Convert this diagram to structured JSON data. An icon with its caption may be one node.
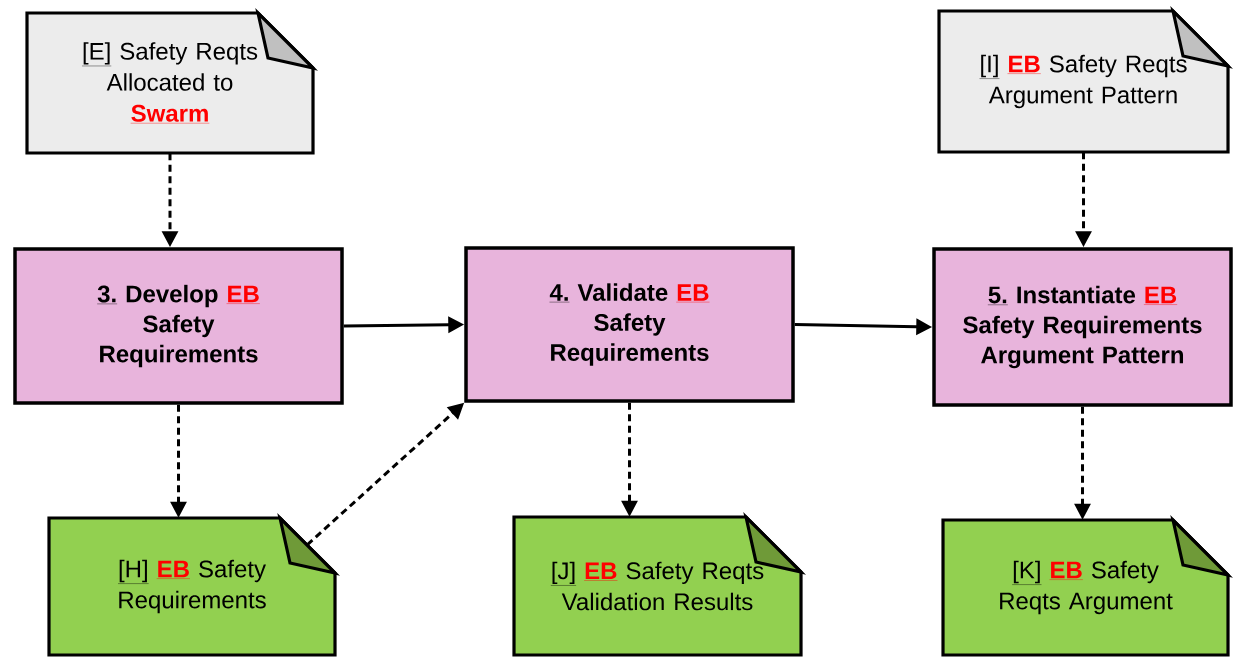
{
  "diagram": {
    "nodes": [
      {
        "text": [
          "[E]",
          "Safety Reqts Allocated to",
          "Swarm"
        ]
      },
      {
        "text": [
          "3.",
          "Develop",
          "EB",
          "Safety Requirements"
        ]
      },
      {
        "text": [
          "4.",
          "Validate",
          "EB",
          "Safety Requirements"
        ]
      },
      {
        "text": [
          "[I]",
          "EB",
          "Safety Reqts Argument Pattern"
        ]
      },
      {
        "text": [
          "5.",
          "Instantiate",
          "EB",
          "Safety Requirements Argument Pattern"
        ]
      },
      {
        "text": [
          "[H]",
          "EB",
          "Safety Requirements"
        ]
      },
      {
        "text": [
          "[J]",
          "EB",
          "Safety Reqts Validation Results"
        ]
      },
      {
        "text": [
          "[K]",
          "EB",
          "Safety Reqts Argument"
        ]
      }
    ],
    "edges": [
      {
        "from": 0,
        "to": 1,
        "arrow": "to",
        "style": "dashed"
      },
      {
        "from": 1,
        "to": 2,
        "arrow": "to"
      },
      {
        "from": 2,
        "to": 4,
        "arrow": "to"
      },
      {
        "from": 3,
        "to": 4,
        "arrow": "to",
        "style": "dashed"
      },
      {
        "from": 1,
        "to": 5,
        "arrow": "to",
        "style": "dashed"
      },
      {
        "from": 5,
        "to": 2,
        "arrow": "to",
        "style": "dashed"
      },
      {
        "from": 2,
        "to": 6,
        "arrow": "to",
        "style": "dashed"
      },
      {
        "from": 4,
        "to": 7,
        "arrow": "to",
        "style": "dashed"
      }
    ]
  }
}
